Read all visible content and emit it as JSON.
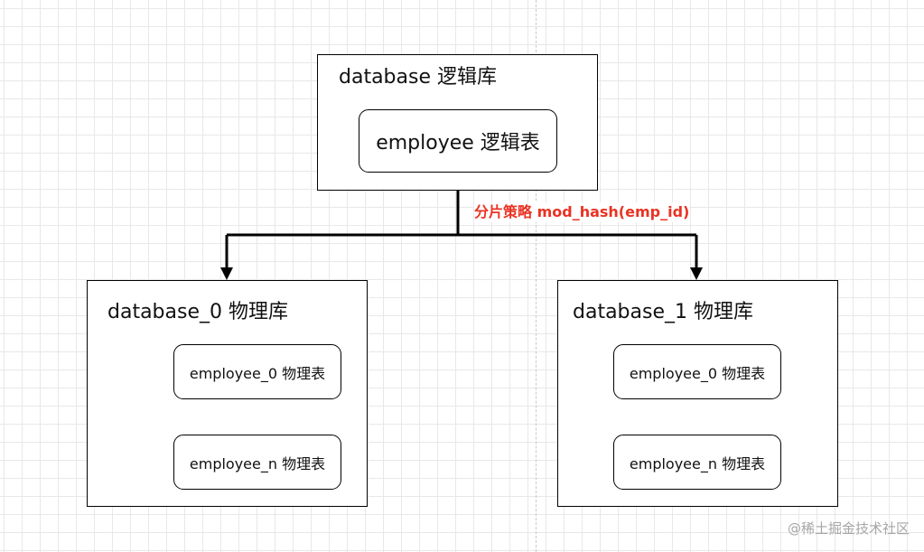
{
  "logical_db": {
    "title": "database 逻辑库",
    "table": "employee 逻辑表"
  },
  "sharding": {
    "strategy_label": "分片策略 mod_hash(emp_id)"
  },
  "physical_dbs": [
    {
      "title": "database_0 物理库",
      "tables": [
        "employee_0 物理表",
        "employee_n 物理表"
      ]
    },
    {
      "title": "database_1 物理库",
      "tables": [
        "employee_0 物理表",
        "employee_n 物理表"
      ]
    }
  ],
  "watermark": "@稀土掘金技术社区",
  "colors": {
    "strategy_text": "#ea3323",
    "grid_line": "#e8e8e8",
    "stroke": "#000000"
  }
}
